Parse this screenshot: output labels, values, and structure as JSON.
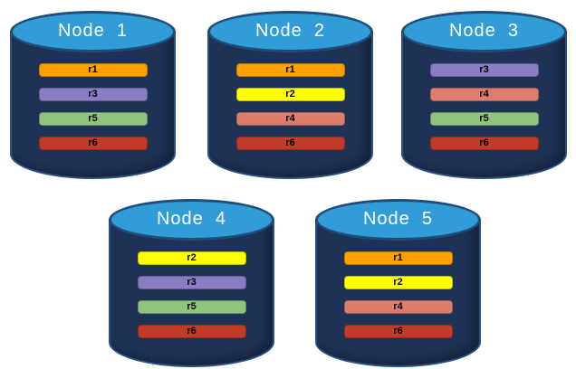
{
  "palette": {
    "background": "#FFFFFF",
    "cylinder_body": "#1E3255",
    "cylinder_outline": "#2B5182",
    "cylinder_top_fill": "#319CD8",
    "cylinder_top_outline": "#1F4E79",
    "node_label_color": "#FFFFFF",
    "replica_label_color": "#000000"
  },
  "replica_colors": {
    "r1": "#FFA000",
    "r2": "#FFFF00",
    "r3": "#8B7CC3",
    "r4": "#DD7D6E",
    "r5": "#8EC47E",
    "r6": "#C23B28"
  },
  "nodes": [
    {
      "label": "Node  1",
      "replicas": [
        "r1",
        "r3",
        "r5",
        "r6"
      ]
    },
    {
      "label": "Node  2",
      "replicas": [
        "r1",
        "r2",
        "r4",
        "r6"
      ]
    },
    {
      "label": "Node  3",
      "replicas": [
        "r3",
        "r4",
        "r5",
        "r6"
      ]
    },
    {
      "label": "Node  4",
      "replicas": [
        "r2",
        "r3",
        "r5",
        "r6"
      ]
    },
    {
      "label": "Node  5",
      "replicas": [
        "r1",
        "r2",
        "r4",
        "r6"
      ]
    }
  ]
}
